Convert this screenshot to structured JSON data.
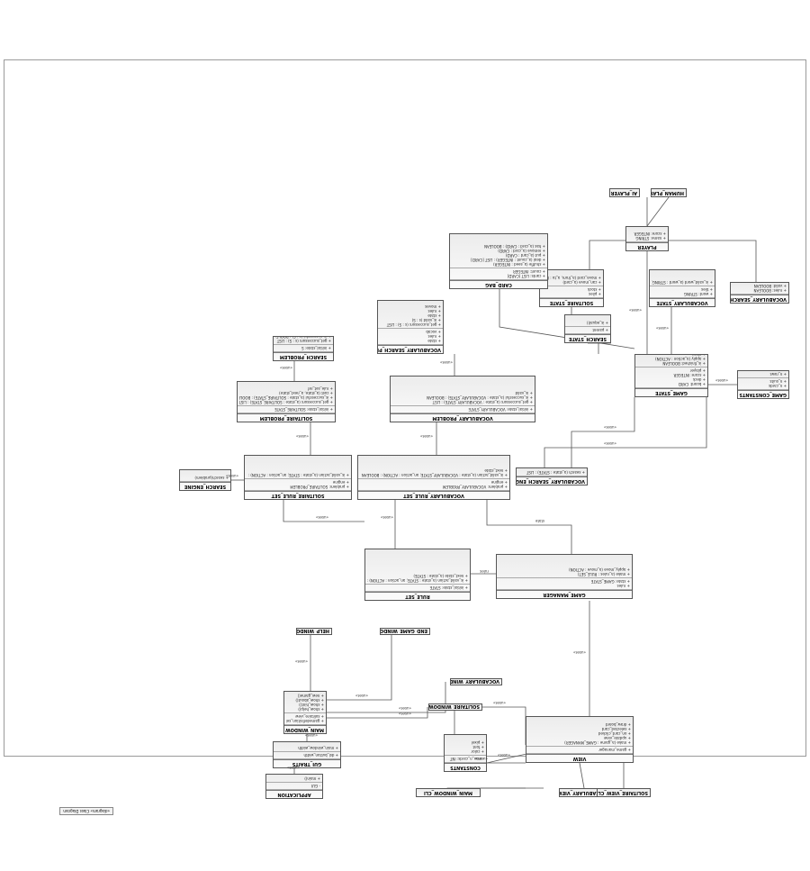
{
  "diagram": {
    "tab": "«diagram» Class Diagram",
    "classes": [
      {
        "id": "application",
        "name": "APPLICATION",
        "stereo": "",
        "attrs": [
          "- GUI"
        ],
        "ops": [
          "+ main()"
        ]
      },
      {
        "id": "gui_traits",
        "name": "GUI_TRAITS",
        "stereo": "",
        "attrs": [
          "+ dsl_button_width"
        ],
        "ops": [
          "+ main_window_width"
        ]
      },
      {
        "id": "main_window",
        "name": "MAIN_WINDOW",
        "stereo": "",
        "attrs": [
          "+ gamedefinition_selector",
          "+ solitaire_view"
        ],
        "ops": [
          "+ show_help()",
          "+ show_hint()",
          "+ show_about()",
          "+ new_game()"
        ]
      },
      {
        "id": "help_window",
        "name": "HELP_WINDOW",
        "stereo": "",
        "attrs": [],
        "ops": []
      },
      {
        "id": "end_game_window",
        "name": "END_GAME_WINDOW",
        "stereo": "",
        "attrs": [],
        "ops": []
      },
      {
        "id": "vocabulary_window",
        "name": "VOCABULARY_WINDOW",
        "stereo": "",
        "attrs": [],
        "ops": []
      },
      {
        "id": "solitaire_window",
        "name": "SOLITAIRE_WINDOW",
        "stereo": "",
        "attrs": [],
        "ops": []
      },
      {
        "id": "constants",
        "name": "CONSTANTS",
        "stereo": "",
        "attrs": [
          "- max_n_cards: INT"
        ],
        "ops": [
          "+ color",
          "+ font",
          "+ pixel"
        ]
      },
      {
        "id": "view",
        "name": "VIEW",
        "stereo": "",
        "attrs": [
          "+ game_manager"
        ],
        "ops": [
          "+ make (a_game : GAME_MANAGER)",
          "+ update_view",
          "+ on_card_clicked",
          "+ selected_card",
          "+ draw_board"
        ]
      },
      {
        "id": "main_window_cli",
        "name": "MAIN_WINDOW_CLI",
        "stereo": "",
        "attrs": [],
        "ops": []
      },
      {
        "id": "vocabulary_view_cli",
        "name": "VOCABULARY_VIEW_CLI",
        "stereo": "",
        "attrs": [],
        "ops": []
      },
      {
        "id": "solitaire_view_cli",
        "name": "SOLITAIRE_VIEW_CLI",
        "stereo": "",
        "attrs": [],
        "ops": []
      },
      {
        "id": "game_manager",
        "name": "GAME_MANAGER",
        "stereo": "",
        "attrs": [
          "+ rules",
          "+ state: GAME_STATE"
        ],
        "ops": [
          "+ make (a_rules : RULE_SET)",
          "+ apply_move (a_move : ACTION)"
        ]
      },
      {
        "id": "rule_set",
        "name": "RULE_SET",
        "stereo": "",
        "attrs": [
          "+ initial_state: STATE"
        ],
        "ops": [
          "+ is_valid_action (a_state : STATE; an_action : ACTION) : BOOLEAN",
          "+ next_state (a_state : STATE)"
        ]
      },
      {
        "id": "sol_rule_set",
        "name": "SOLITAIRE_RULE_SET",
        "stereo": "",
        "attrs": [
          "+ problem: SOLITAIRE_PROBLEM",
          "+ engine"
        ],
        "ops": [
          "+ is_valid_action (a_state : STATE; an_action : ACTION) : BOOLEAN"
        ]
      },
      {
        "id": "voc_rule_set",
        "name": "VOCABULARY_RULE_SET",
        "stereo": "",
        "attrs": [
          "+ problem: VOCABULARY_PROBLEM",
          "+ engine"
        ],
        "ops": [
          "+ is_valid_action (a_state : VOCABULARY_STATE; an_action : ACTION) : BOOLEAN",
          "+ next_state"
        ]
      },
      {
        "id": "search_engine",
        "name": "SEARCH_ENGINE",
        "stereo": "",
        "attrs": [],
        "ops": [
          "+ search(problem)"
        ]
      },
      {
        "id": "voc_search_engine",
        "name": "VOCABULARY_SEARCH_ENGINE",
        "stereo": "",
        "attrs": [],
        "ops": [
          "+ search (a_state : STATE) : LIST"
        ]
      },
      {
        "id": "sol_problem",
        "name": "SOLITAIRE_PROBLEM",
        "stereo": "",
        "attrs": [
          "+ initial_state: SOLITAIRE_STATE"
        ],
        "ops": [
          "+ get_successors (a_state : SOLITAIRE_STATE) : LIST",
          "+ is_successful (a_state : SOLITAIRE_STATE) : BOOLEAN",
          "+ cost (a_state, a_next_state)",
          "+ rule_set_ref"
        ]
      },
      {
        "id": "voc_problem",
        "name": "VOCABULARY_PROBLEM",
        "stereo": "",
        "attrs": [
          "+ initial_state: VOCABULARY_STATE"
        ],
        "ops": [
          "+ get_successors (a_state : VOCABULARY_STATE) : LIST",
          "+ is_successful (a_state : VOCABULARY_STATE) : BOOLEAN",
          "+ is_valid"
        ]
      },
      {
        "id": "search_problem",
        "name": "SEARCH_PROBLEM",
        "stereo": "",
        "attrs": [
          "+ initial_state: S"
        ],
        "ops": [
          "+ get_successors (s : S) : LIST",
          "+ is_successful (s : S) : BOOLEAN"
        ]
      },
      {
        "id": "voc_search_problem",
        "name": "VOCABULARY_SEARCH_PROBLEM",
        "stereo": "",
        "attrs": [
          "+ state",
          "+ rules",
          "+ vocab"
        ],
        "ops": [
          "+ get_successors (s : S) : LIST",
          "+ is_valid (s : S)",
          "+ state",
          "+ rules",
          "+ moves"
        ]
      },
      {
        "id": "game_state",
        "name": "GAME_STATE",
        "stereo": "",
        "attrs": [
          "+ board: CARD",
          "+ deck",
          "+ score: INTEGER",
          "+ player"
        ],
        "ops": [
          "+ is_finished: BOOLEAN",
          "+ apply (a_action : ACTION)",
          "+ clone",
          "+ is_equal (other : like Current)"
        ]
      },
      {
        "id": "game_constants",
        "name": "GAME_CONSTANTS",
        "stereo": "",
        "attrs": [
          "+ n_cards",
          "+ n_suits"
        ],
        "ops": [
          "+ n_rows"
        ]
      },
      {
        "id": "sol_state",
        "name": "SOLITAIRE_STATE",
        "stereo": "",
        "attrs": [
          "+ piles",
          "+ stock"
        ],
        "ops": [
          "+ can_move (a_card)",
          "+ move_card (a_from, a_to : INTEGER)"
        ]
      },
      {
        "id": "search_state",
        "name": "SEARCH_STATE",
        "stereo": "",
        "attrs": [
          "+ parent"
        ],
        "ops": [
          "+ is_equal()"
        ]
      },
      {
        "id": "voc_state",
        "name": "VOCABULARY_STATE",
        "stereo": "",
        "attrs": [
          "+ word: STRING",
          "+ tiles"
        ],
        "ops": [
          "+ is_valid_word (a_word : STRING)"
        ]
      },
      {
        "id": "voc_search_state",
        "name": "VOCABULARY_SEARCH_STATE",
        "stereo": "",
        "attrs": [
          "+ rules: BOOLEAN",
          "+ valid: BOOLEAN"
        ],
        "ops": [
          "+ is_equal()",
          "+ is_valid"
        ]
      },
      {
        "id": "player",
        "name": "PLAYER",
        "stereo": "",
        "attrs": [
          "+ name: STRING",
          "+ score: INTEGER"
        ],
        "ops": []
      },
      {
        "id": "ai_player",
        "name": "AI_PLAYER",
        "stereo": "",
        "attrs": [],
        "ops": []
      },
      {
        "id": "human_player",
        "name": "HUMAN_PLAYER",
        "stereo": "",
        "attrs": [],
        "ops": []
      },
      {
        "id": "card_bag",
        "name": "CARD_BAG",
        "stereo": "",
        "attrs": [
          "+ cards: LIST [CARD]",
          "+ count: INTEGER"
        ],
        "ops": [
          "+ shuffle (a_seed : INTEGER)",
          "+ deal (a_count : INTEGER) : LIST [CARD]",
          "+ put (a_card : CARD)",
          "+ remove (a_card : CARD)",
          "+ has (a_card : CARD) : BOOLEAN"
        ]
      }
    ],
    "edges": [
      {
        "label": "«uses»"
      },
      {
        "label": "«uses»"
      },
      {
        "label": "«uses»"
      },
      {
        "label": "«uses»"
      },
      {
        "label": "«uses»"
      },
      {
        "label": "«uses»"
      },
      {
        "label": "«uses»"
      },
      {
        "label": "«uses»"
      },
      {
        "label": "«uses»"
      },
      {
        "label": "«uses»"
      },
      {
        "label": "rules"
      },
      {
        "label": "state"
      },
      {
        "label": "«uses»"
      },
      {
        "label": "«uses»"
      },
      {
        "label": "«uses»"
      },
      {
        "label": "«uses»"
      },
      {
        "label": "«uses»"
      },
      {
        "label": "«uses»"
      },
      {
        "label": "«uses»"
      },
      {
        "label": "«uses»"
      },
      {
        "label": "«uses»"
      },
      {
        "label": "«uses»"
      },
      {
        "label": "«uses»"
      },
      {
        "label": "«uses»"
      }
    ]
  }
}
